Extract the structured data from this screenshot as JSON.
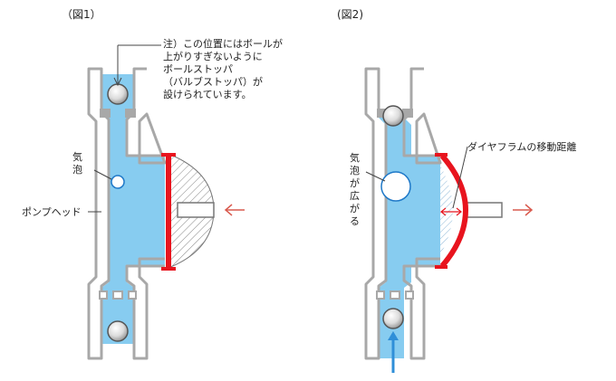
{
  "fig1": {
    "title": "（図1）",
    "note_lines": [
      "注）この位置にはボールが",
      "上がりすぎないように",
      "ボールストッパ",
      "（バルブストッパ）が",
      "設けられています。"
    ],
    "bubble_label": [
      "気",
      "泡"
    ],
    "head_label": "ポンプヘッド"
  },
  "fig2": {
    "title": "(図2)",
    "bubble_label": [
      "気",
      "泡",
      "が",
      "広",
      "が",
      "る"
    ],
    "distance_label": "ダイヤフラムの移動距離"
  },
  "colors": {
    "liquid": "#87ccf0",
    "body_stroke": "#a8a8a8",
    "diaphragm": "#e8141e",
    "arrow": "#d95a4e",
    "flow_arrow": "#2f8fd8",
    "ball_highlight": "#f5f5f5"
  }
}
